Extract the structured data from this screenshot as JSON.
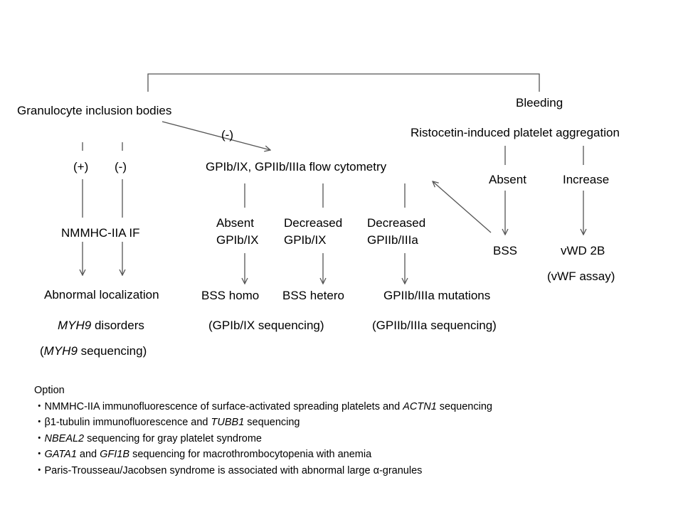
{
  "diagram": {
    "granulocyte_inclusion_bodies": "Granulocyte inclusion bodies",
    "bleeding": "Bleeding",
    "ristocetin": "Ristocetin-induced platelet aggregation",
    "neg_flow": "(-)",
    "flow_cytometry": "GPIb/IX, GPIIb/IIIa flow cytometry",
    "pos": "(+)",
    "neg": "(-)",
    "absent": "Absent",
    "increase": "Increase",
    "nmmhc_if": "NMMHC-IIA  IF",
    "absent_gpib_1": "Absent",
    "absent_gpib_2": "GPIb/IX",
    "decreased_gpib_1": "Decreased",
    "decreased_gpib_2": "GPIb/IX",
    "decreased_gpiib_1": "Decreased",
    "decreased_gpiib_2": "GPIIb/IIIa",
    "bss_right": "BSS",
    "vwd": "vWD 2B",
    "vwf_assay": "(vWF assay)",
    "abnormal_localization": "Abnormal  localization",
    "bss_homo": "BSS homo",
    "bss_hetero": "BSS hetero",
    "gpiib_mutations": "GPIIb/IIIa mutations",
    "myh9_disorders_italic": "MYH9",
    "myh9_disorders_rest": " disorders",
    "gpib_sequencing": "(GPIb/IX  sequencing)",
    "gpiib_sequencing": "(GPIIb/IIIa  sequencing)",
    "myh9_seq_open": "(",
    "myh9_seq_italic": "MYH9",
    "myh9_seq_rest": " sequencing)"
  },
  "options": {
    "title": "Option",
    "bullet": "・",
    "item1_a": "NMMHC-IIA immunofluorescence of surface-activated spreading platelets and ",
    "item1_italic": "ACTN1",
    "item1_b": " sequencing",
    "item2_a": "β1-tubulin immunofluorescence and ",
    "item2_italic": "TUBB1",
    "item2_b": " sequencing",
    "item3_italic": "NBEAL2",
    "item3_b": " sequencing for gray platelet syndrome",
    "item4_italic_1": "GATA1",
    "item4_mid": " and ",
    "item4_italic_2": "GFI1B",
    "item4_b": " sequencing for macrothrombocytopenia with anemia",
    "item5": "Paris-Trousseau/Jacobsen syndrome is associated with abnormal large α-granules"
  },
  "colors": {
    "line": "#555555",
    "text": "#000000",
    "background": "#ffffff"
  }
}
